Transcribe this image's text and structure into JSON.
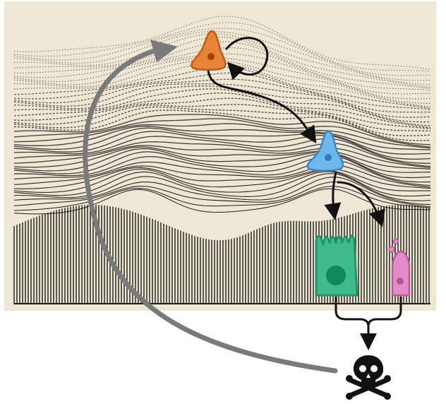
{
  "diagram": {
    "caption": "",
    "colors": {
      "paper": "#efe7d6",
      "ink": "#1e1a16",
      "stem_cell": "#e8843a",
      "progenitor": "#6fb6ea",
      "columnar_cell": "#3fba8c",
      "goblet_cell": "#e48cc6",
      "return_arrow": "#7a7a7a",
      "arrow": "#111111"
    },
    "cells": [
      {
        "name": "stem-cell",
        "icon": "orange-triangle-cell-icon"
      },
      {
        "name": "progenitor-cell",
        "icon": "blue-triangle-cell-icon"
      },
      {
        "name": "columnar-cell",
        "icon": "green-columnar-cell-icon"
      },
      {
        "name": "goblet-cell",
        "icon": "pink-goblet-cell-icon"
      }
    ],
    "fate": {
      "icon": "skull-and-crossbones-icon"
    }
  }
}
